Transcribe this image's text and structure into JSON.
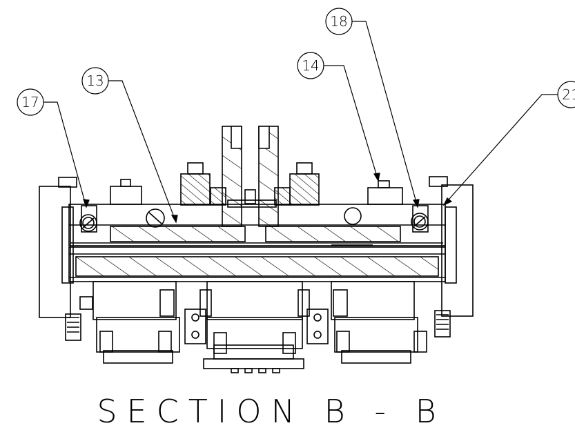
{
  "diagram": {
    "title": "SECTION B - B",
    "callouts": [
      {
        "id": "callout-17",
        "label": "17"
      },
      {
        "id": "callout-13",
        "label": "13"
      },
      {
        "id": "callout-14",
        "label": "14"
      },
      {
        "id": "callout-18",
        "label": "18"
      },
      {
        "id": "callout-21",
        "label": "21"
      }
    ],
    "colors": {
      "line": "#000000",
      "background": "#ffffff"
    }
  }
}
